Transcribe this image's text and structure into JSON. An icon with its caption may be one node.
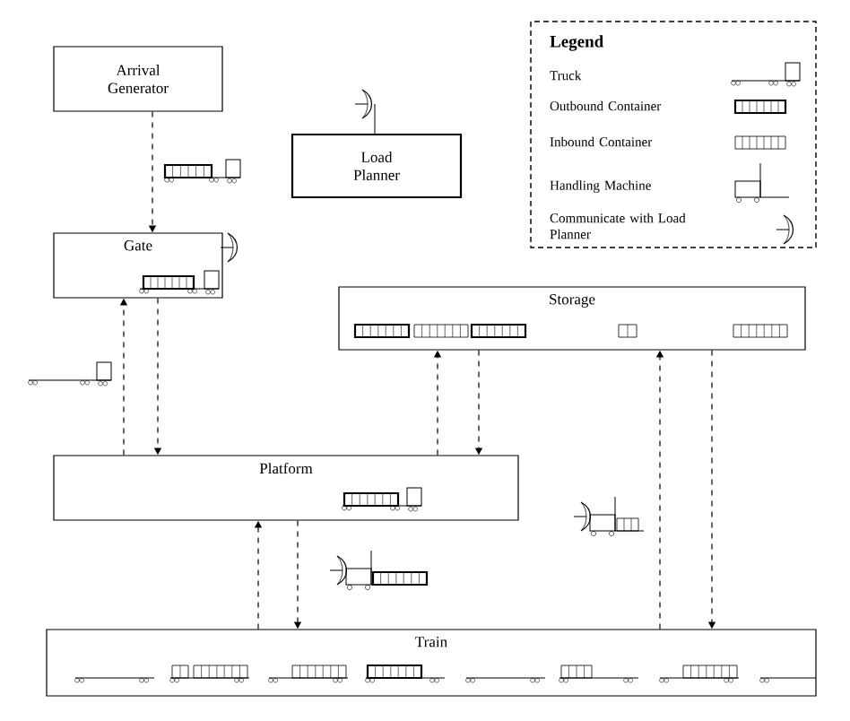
{
  "diagram": {
    "nodes": [
      {
        "text": [
          "Arrival Generator"
        ]
      },
      {
        "text": [
          "Load Planner"
        ]
      },
      {
        "text": [
          "Gate"
        ]
      },
      {
        "text": [
          "Storage"
        ]
      },
      {
        "text": [
          "Platform"
        ]
      },
      {
        "text": [
          "Train"
        ]
      }
    ],
    "edges": [
      {
        "from": 0,
        "to": 2,
        "arrow": "to",
        "style": "dashed"
      },
      {
        "from": 4,
        "to": 2,
        "arrow": "to",
        "style": "dashed"
      },
      {
        "from": 2,
        "to": 4,
        "arrow": "to",
        "style": "dashed"
      },
      {
        "from": 4,
        "to": 3,
        "arrow": "to",
        "style": "dashed"
      },
      {
        "from": 3,
        "to": 4,
        "arrow": "to",
        "style": "dashed"
      },
      {
        "from": 5,
        "to": 4,
        "arrow": "to",
        "style": "dashed"
      },
      {
        "from": 4,
        "to": 5,
        "arrow": "to",
        "style": "dashed"
      },
      {
        "from": 5,
        "to": 3,
        "arrow": "to",
        "style": "dashed"
      },
      {
        "from": 3,
        "to": 5,
        "arrow": "to",
        "style": "dashed"
      }
    ],
    "labels": [
      "Legend"
    ],
    "legend": [
      {
        "text": "Truck"
      },
      {
        "text": "Outbound Container"
      },
      {
        "text": "Inbound Container"
      },
      {
        "text": "Handling Machine"
      },
      {
        "text": "Communicate with Load Planner"
      }
    ]
  }
}
